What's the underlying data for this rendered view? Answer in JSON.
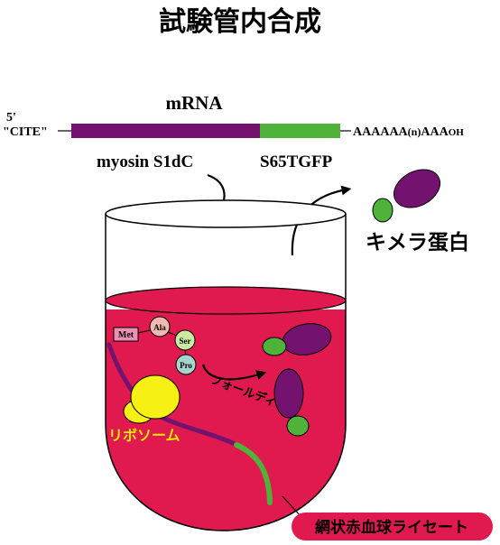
{
  "title": "試験管内合成",
  "mrna": {
    "label": "mRNA",
    "five_prime": "5'",
    "cite": "\"CITE\"",
    "polya_pre": "AAAAAA",
    "polya_n": "(n)",
    "polya_post": "AAA",
    "polya_oh": "OH",
    "myosin_label": "myosin S1dC",
    "gfp_label": "S65TGFP"
  },
  "labels": {
    "chimera": "キメラ蛋白",
    "ribosome": "リボソーム",
    "folding": "フォールディング",
    "lysate": "網状赤血球ライセート"
  },
  "amino_acids": {
    "met": "Met",
    "ala": "Ala",
    "ser": "Ser",
    "pro": "Pro"
  },
  "colors": {
    "myosin": "#74136f",
    "gfp": "#4fb33a",
    "lysate": "#e0194f",
    "ribosome": "#f6f014",
    "ribosome_label": "#f2e800",
    "met": "#ec8fb4",
    "ala": "#f2b9b0",
    "ser": "#c8eba0",
    "pro": "#a6d5d0"
  }
}
